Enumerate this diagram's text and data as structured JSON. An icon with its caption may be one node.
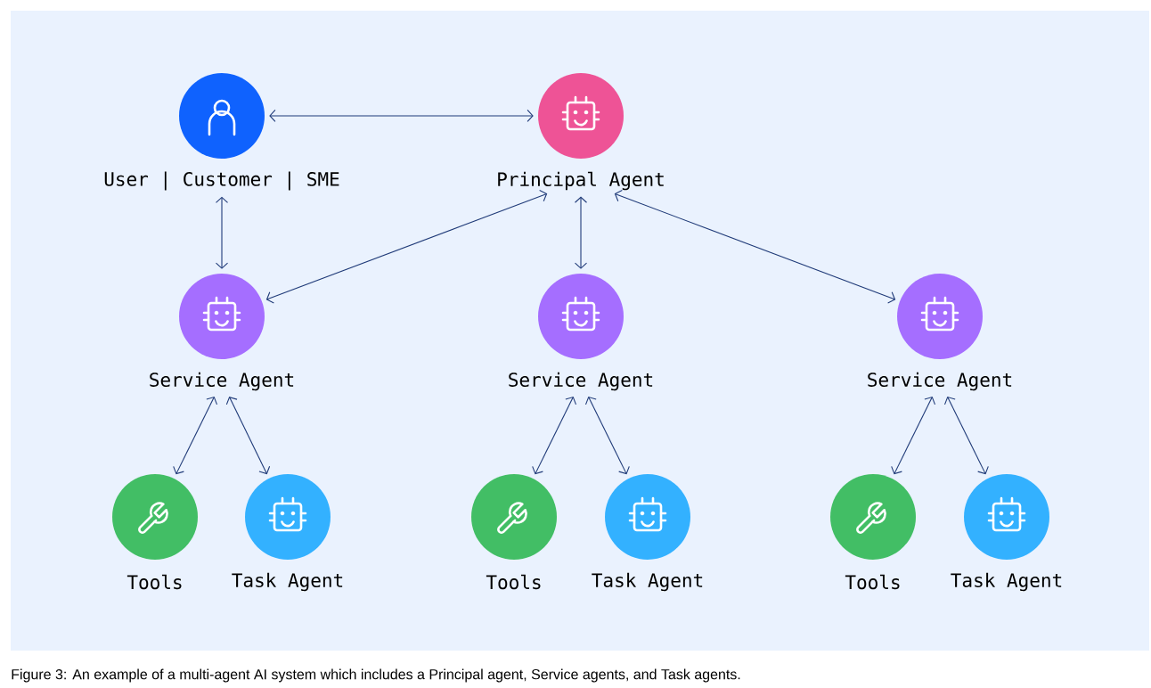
{
  "diagram": {
    "caption": "Figure 3: An example of a multi-agent AI system which includes a Principal agent, Service agents, and Task agents.",
    "nodes": [
      {
        "text": [
          "User | Customer | SME"
        ]
      },
      {
        "text": [
          "Principal Agent"
        ]
      },
      {
        "text": [
          "Service Agent"
        ]
      },
      {
        "text": [
          "Service Agent"
        ]
      },
      {
        "text": [
          "Service Agent"
        ]
      },
      {
        "text": [
          "Tools"
        ]
      },
      {
        "text": [
          "Task Agent"
        ]
      },
      {
        "text": [
          "Tools"
        ]
      },
      {
        "text": [
          "Task Agent"
        ]
      },
      {
        "text": [
          "Tools"
        ]
      },
      {
        "text": [
          "Task Agent"
        ]
      }
    ],
    "edges": [
      {
        "from": 0,
        "to": 1,
        "arrow": "both"
      },
      {
        "from": 0,
        "to": 2,
        "arrow": "both"
      },
      {
        "from": 1,
        "to": 2,
        "arrow": "both"
      },
      {
        "from": 1,
        "to": 3,
        "arrow": "both"
      },
      {
        "from": 1,
        "to": 4,
        "arrow": "both"
      },
      {
        "from": 2,
        "to": 5,
        "arrow": "both"
      },
      {
        "from": 2,
        "to": 6,
        "arrow": "both"
      },
      {
        "from": 3,
        "to": 7,
        "arrow": "both"
      },
      {
        "from": 3,
        "to": 8,
        "arrow": "both"
      },
      {
        "from": 4,
        "to": 9,
        "arrow": "both"
      },
      {
        "from": 4,
        "to": 10,
        "arrow": "both"
      }
    ]
  }
}
